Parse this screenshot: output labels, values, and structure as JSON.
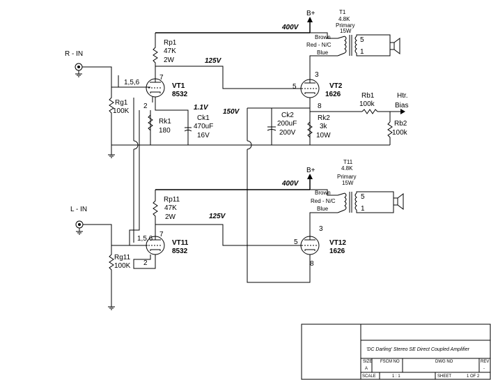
{
  "labels": {
    "b_plus_1": "B+",
    "b_plus_2": "B+",
    "v400_1": "400V",
    "v400_2": "400V",
    "v125_1": "125V",
    "v125_2": "125V",
    "v150": "150V",
    "v1_1": "1.1V",
    "r_in": "R - IN",
    "l_in": "L - IN",
    "htr_bias_1": "Htr.",
    "htr_bias_2": "Bias"
  },
  "components": {
    "t1": [
      "T1",
      "4.8K",
      "Primary",
      "15W"
    ],
    "t11": [
      "T11",
      "4.8K",
      "Primary",
      "15W"
    ],
    "t1_leads": [
      "Brown",
      "Red - N/C",
      "Blue"
    ],
    "t11_leads": [
      "Brown",
      "Red - N/C",
      "Blue"
    ],
    "t1_sec": [
      "5",
      "1"
    ],
    "t11_sec": [
      "5",
      "1"
    ],
    "rp1": [
      "Rp1",
      "47K",
      "2W"
    ],
    "rp11": [
      "Rp11",
      "47K",
      "2W"
    ],
    "rg1": [
      "Rg1",
      "100K"
    ],
    "rg11": [
      "Rg11",
      "100K"
    ],
    "rk1": [
      "Rk1",
      "180"
    ],
    "ck1": [
      "Ck1",
      "470uF",
      "16V"
    ],
    "ck2": [
      "Ck2",
      "200uF",
      "200V"
    ],
    "rk2": [
      "Rk2",
      "3k",
      "10W"
    ],
    "rb1": [
      "Rb1",
      "100k"
    ],
    "rb2": [
      "Rb2",
      "100k"
    ]
  },
  "tubes": {
    "vt1": [
      "VT1",
      "8532"
    ],
    "vt2": [
      "VT2",
      "1626"
    ],
    "vt11": [
      "VT11",
      "8532"
    ],
    "vt12": [
      "VT12",
      "1626"
    ]
  },
  "pins": {
    "vt1_grid": "1,5,6",
    "vt1_plate": "7",
    "vt1_cath": "2",
    "vt2_plate": "3",
    "vt2_grid": "5",
    "vt2_cath": "8",
    "vt11_grid": "1,5,6",
    "vt11_plate": "7",
    "vt11_cath": "2",
    "vt12_plate": "3",
    "vt12_grid": "5",
    "vt12_cath": "8"
  },
  "title_block": {
    "title": "'DC Darling' Stereo SE Direct Coupled Amplifier",
    "size_label": "SIZE",
    "size_value": "A",
    "fscm_label": "FSCM NO",
    "dwg_label": "DWG NO",
    "rev_label": "REV",
    "rev_value": "-",
    "scale_label": "SCALE",
    "scale_value": "1 : 1",
    "sheet_label": "SHEET",
    "sheet_value": "1 OF 2"
  }
}
